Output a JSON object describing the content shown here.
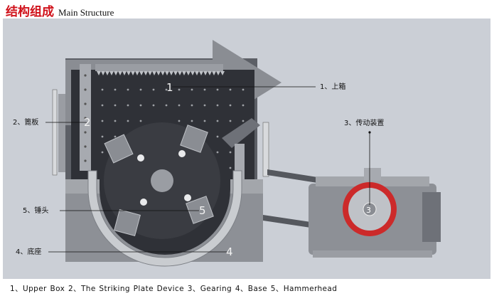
{
  "header": {
    "title_cn": "结构组成",
    "title_en": "Main Structure"
  },
  "callouts": [
    {
      "id": 1,
      "label": "1、上箱",
      "marker": "1"
    },
    {
      "id": 2,
      "label": "2、篦板",
      "marker": "2"
    },
    {
      "id": 3,
      "label": "3、传动装置",
      "marker": "3"
    },
    {
      "id": 4,
      "label": "4、底座",
      "marker": "4"
    },
    {
      "id": 5,
      "label": "5、锤头",
      "marker": "5"
    }
  ],
  "caption": "1、Upper Box   2、The Striking Plate Device   3、Gearing   4、Base   5、Hammerhead",
  "colors": {
    "title_red": "#d0121b",
    "panel_bg": "#cbcfd6",
    "pulley_red": "#cc2a2a"
  }
}
